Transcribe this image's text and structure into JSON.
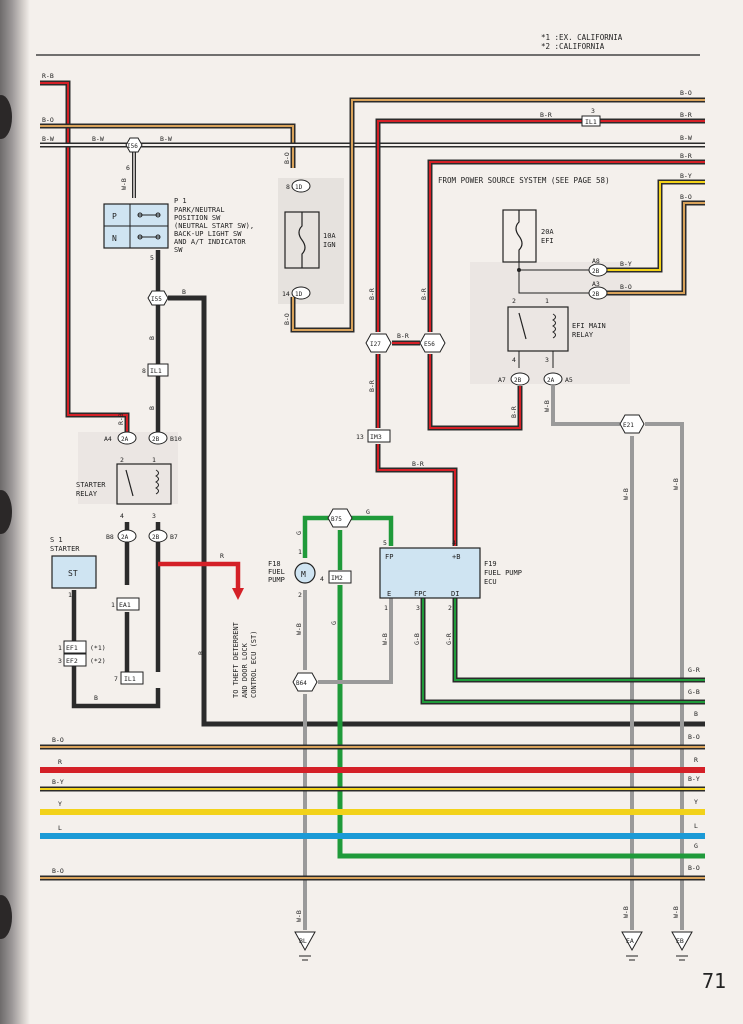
{
  "notes": {
    "note1": "*1 :EX. CALIFORNIA",
    "note2": "*2 :CALIFORNIA"
  },
  "page_number": "71",
  "source_text": "FROM POWER SOURCE SYSTEM (SEE PAGE 58)",
  "components": {
    "p1_id": "P 1",
    "p1_desc": [
      "PARK/NEUTRAL",
      "POSITION SW",
      "(NEUTRAL START SW),",
      "BACK-UP LIGHT SW",
      "AND A/T INDICATOR",
      "SW"
    ],
    "p1_pins": [
      "P",
      "N"
    ],
    "fuse_ign_rating": "10A",
    "fuse_ign_name": "IGN",
    "fuse_efi_rating": "20A",
    "fuse_efi_name": "EFI",
    "efi_relay": [
      "EFI MAIN",
      "RELAY"
    ],
    "starter_relay": [
      "STARTER",
      "RELAY"
    ],
    "starter_id": "S 1",
    "starter_name": "STARTER",
    "starter_pin": "ST",
    "f18_id": "F18",
    "f18_name": [
      "FUEL",
      "PUMP"
    ],
    "f18_symbol": "M",
    "f19_id": "F19",
    "f19_name": [
      "FUEL PUMP",
      "ECU"
    ],
    "ecu_pins": {
      "fp": "FP",
      "pb": "+B",
      "e": "E",
      "fpc": "FPC",
      "di": "DI"
    },
    "theft": [
      "TO THEFT DETERRENT",
      "AND DOOR LOCK",
      "CONTROL ECU (ST)"
    ]
  },
  "connectors": {
    "i56": "I56",
    "i55": "I55",
    "il1": "IL1",
    "id": "1D",
    "i27": "I27",
    "e56": "E56",
    "im3": "IM3",
    "b75": "B75",
    "im2": "IM2",
    "b64": "B64",
    "e21": "E21",
    "ea1": "EA1",
    "ef1": "EF1",
    "ef2": "EF2",
    "a2a": "2A",
    "b2b": "2B",
    "c2b": "2B",
    "d2a": "2A"
  },
  "pin_labels": {
    "p3": "3",
    "p6": "6",
    "p5": "5",
    "p8": "8",
    "p14": "14",
    "p13": "13",
    "p8b": "8",
    "a4": "A4",
    "b10": "B10",
    "b8": "B8",
    "b7": "B7",
    "r2": "2",
    "r1": "1",
    "r4": "4",
    "r3": "3",
    "s2": "2",
    "s1": "1",
    "s4": "4",
    "s3": "3",
    "a8": "A8",
    "a3": "A3",
    "a7": "A7",
    "a5": "A5",
    "f1": "1",
    "f4": "4",
    "f2": "2",
    "e5": "5",
    "e4": "4",
    "e1": "1",
    "e3": "3",
    "e2": "2",
    "st1": "1",
    "ea_1": "1",
    "ef_1": "1",
    "ef_3": "3",
    "il_7": "7",
    "ef1_note": "(*1)",
    "ef2_note": "(*2)"
  },
  "wire_labels": {
    "rb": "R-B",
    "bo_top": "B-O",
    "bw_left": "B-W",
    "bw_mid1": "B-W",
    "bw_mid2": "B-W",
    "br_top": "B-R",
    "bo_r1": "B-O",
    "br_r1": "B-R",
    "bw_r": "B-W",
    "br_r2": "B-R",
    "by_r": "B-Y",
    "bo_r2": "B-O",
    "wb_v": "W-B",
    "b_i55": "B",
    "bo_v1": "B-O",
    "bo_v2": "B-O",
    "br_v1": "B-R",
    "br_v2": "B-R",
    "br_h1": "B-R",
    "br_v3": "B-R",
    "br_v4": "B-R",
    "by_a8": "B-Y",
    "bo_a3": "B-O",
    "wb_e": "W-B",
    "b_v1": "B",
    "b_v2": "B",
    "rb_v": "R-B",
    "r_theft": "R",
    "b_b7": "B",
    "g_1": "G",
    "g_2": "G",
    "g_3": "G",
    "br_ecu": "B-R",
    "wb_f18": "W-B",
    "wb_ecu1": "W-B",
    "gb_ecu": "G-B",
    "gr_ecu": "G-R",
    "gr_right": "G-R",
    "gb_right": "G-B",
    "b_right": "B",
    "bo_right": "B-O",
    "r_right": "R",
    "by_right": "B-Y",
    "y_right": "Y",
    "l_right": "L",
    "g_right": "G",
    "bo_right2": "B-O",
    "bo_left": "B-O",
    "r_left": "R",
    "by_left": "B-Y",
    "y_left": "Y",
    "l_left": "L",
    "bo_left2": "B-O",
    "b_ef": "B",
    "wb_e21a": "W-B",
    "wb_e21b": "W-B",
    "wb_bl": "W-B",
    "wb_ea": "W-B",
    "wb_eb": "W-B"
  },
  "grounds": {
    "bl": "BL",
    "ea": "EA",
    "eb": "EB"
  },
  "colors": {
    "black": "#2b2b2b",
    "red": "#d42027",
    "yellow": "#f2d21a",
    "blue": "#1b9ad6",
    "green": "#1f9a3a",
    "orange": "#d8a25a",
    "grey": "#9a9a9a"
  }
}
